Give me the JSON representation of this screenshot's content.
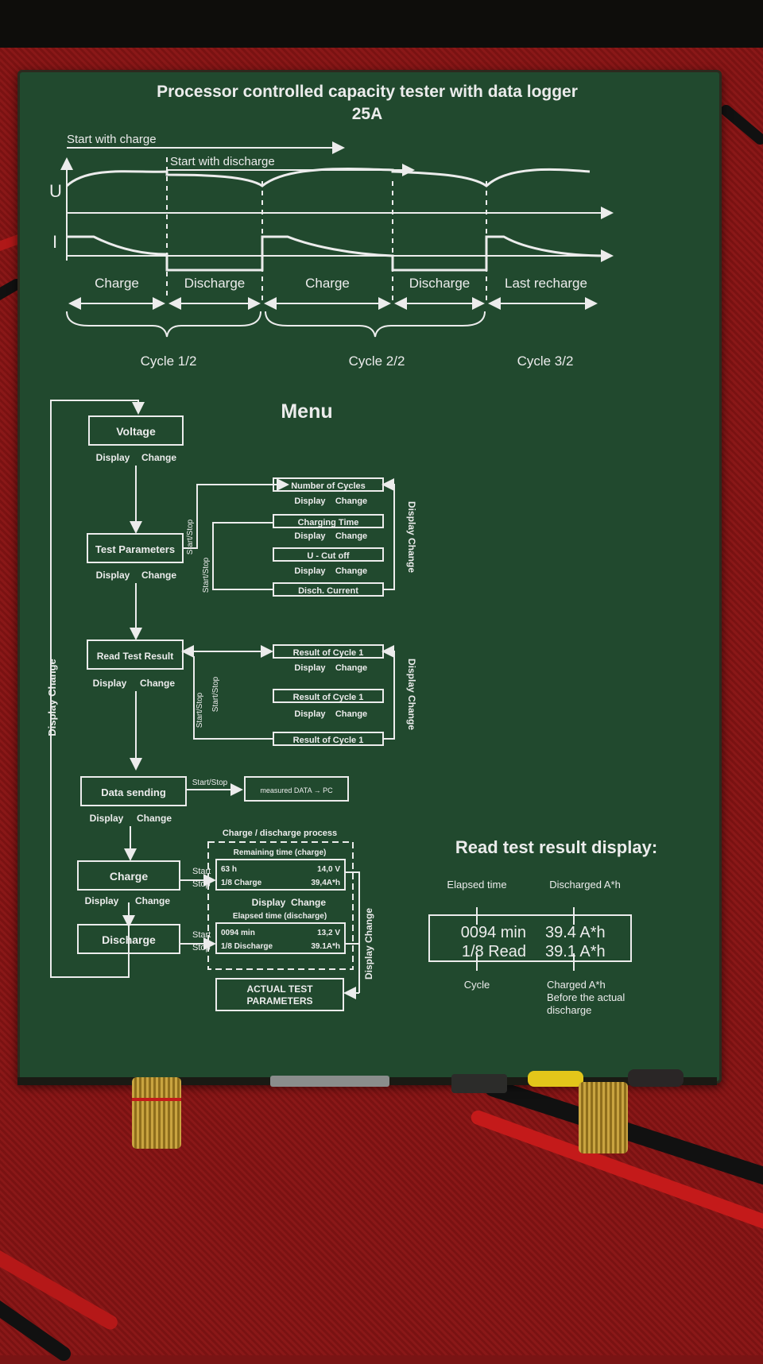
{
  "panel": {
    "title": "Processor controlled capacity tester with data logger",
    "rating": "25A",
    "colors": {
      "panel": "#21492e",
      "print": "#ececec",
      "fabric": "#7a1414"
    }
  },
  "waveform": {
    "start_with_charge": "Start with charge",
    "start_with_discharge": "Start with discharge",
    "u_label": "U",
    "i_label": "I",
    "phases": [
      "Charge",
      "Discharge",
      "Charge",
      "Discharge",
      "Last recharge"
    ],
    "cycles": [
      "Cycle 1/2",
      "Cycle 2/2",
      "Cycle 3/2"
    ]
  },
  "menu": {
    "heading": "Menu",
    "display": "Display",
    "change": "Change",
    "start_stop": "Start/Stop",
    "display_change": "Display Change",
    "voltage": "Voltage",
    "test_parameters": "Test Parameters",
    "read_test_result": "Read Test Result",
    "data_sending": "Data sending",
    "charge": "Charge",
    "discharge": "Discharge",
    "params": [
      "Number of Cycles",
      "Charging Time",
      "U - Cut off",
      "Disch. Current"
    ],
    "results": [
      "Result of Cycle 1",
      "Result of Cycle 1",
      "Result of Cycle 1"
    ],
    "measured_data": "measured DATA → PC",
    "process_title": "Charge / discharge process",
    "remaining_time": "Remaining time  (charge)",
    "elapsed_time": "Elapsed time  (discharge)",
    "charge_lcd": [
      "63 h",
      "14,0 V",
      "1/8 Charge",
      "39,4A*h"
    ],
    "discharge_lcd": [
      "0094 min",
      "13,2 V",
      "1/8 Discharge",
      "39.1A*h"
    ],
    "start": "Start",
    "stop": "Stop",
    "actual_params": [
      "ACTUAL TEST",
      "PARAMETERS"
    ]
  },
  "read_display": {
    "heading": "Read test result display:",
    "elapsed_time": "Elapsed time",
    "discharged": "Discharged A*h",
    "lcd": [
      "0094 min",
      "39.4 A*h",
      "1/8 Read",
      "39.1 A*h"
    ],
    "cycle": "Cycle",
    "charged": [
      "Charged A*h",
      "Before the actual",
      "discharge"
    ]
  }
}
